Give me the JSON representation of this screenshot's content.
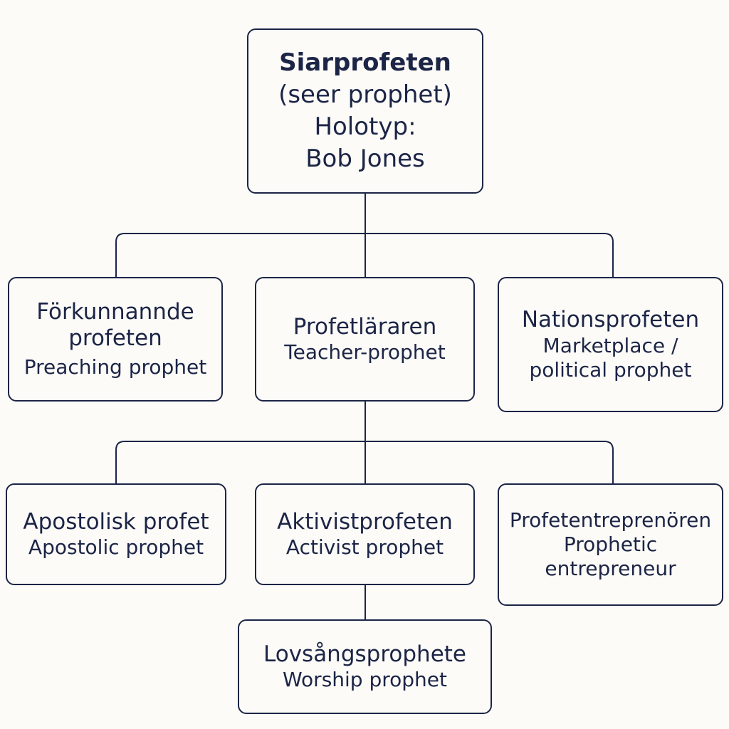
{
  "colors": {
    "background": "#fcfbf8",
    "stroke": "#1c2546",
    "text": "#1c2546"
  },
  "root": {
    "title": "Siarprofeten",
    "subtitle": "(seer prophet)",
    "holotype_label": "Holotyp:",
    "holotype_name": "Bob Jones"
  },
  "level1": {
    "preaching": {
      "title_line1": "Förkunnannde",
      "title_line2": "profeten",
      "english": "Preaching prophet"
    },
    "teacher": {
      "title": "Profetläraren",
      "english": "Teacher-prophet"
    },
    "nations": {
      "title": "Nationsprofeten",
      "english_line1": "Marketplace /",
      "english_line2": "political prophet"
    }
  },
  "level2": {
    "apostolic": {
      "title": "Apostolisk profet",
      "english": "Apostolic prophet"
    },
    "activist": {
      "title": "Aktivistprofeten",
      "english": "Activist prophet"
    },
    "entrepreneur": {
      "title": "Profetentreprenören",
      "english_line1": "Prophetic",
      "english_line2": "entrepreneur"
    }
  },
  "level3": {
    "worship": {
      "title": "Lovsångsprophete",
      "english": "Worship prophet"
    }
  }
}
